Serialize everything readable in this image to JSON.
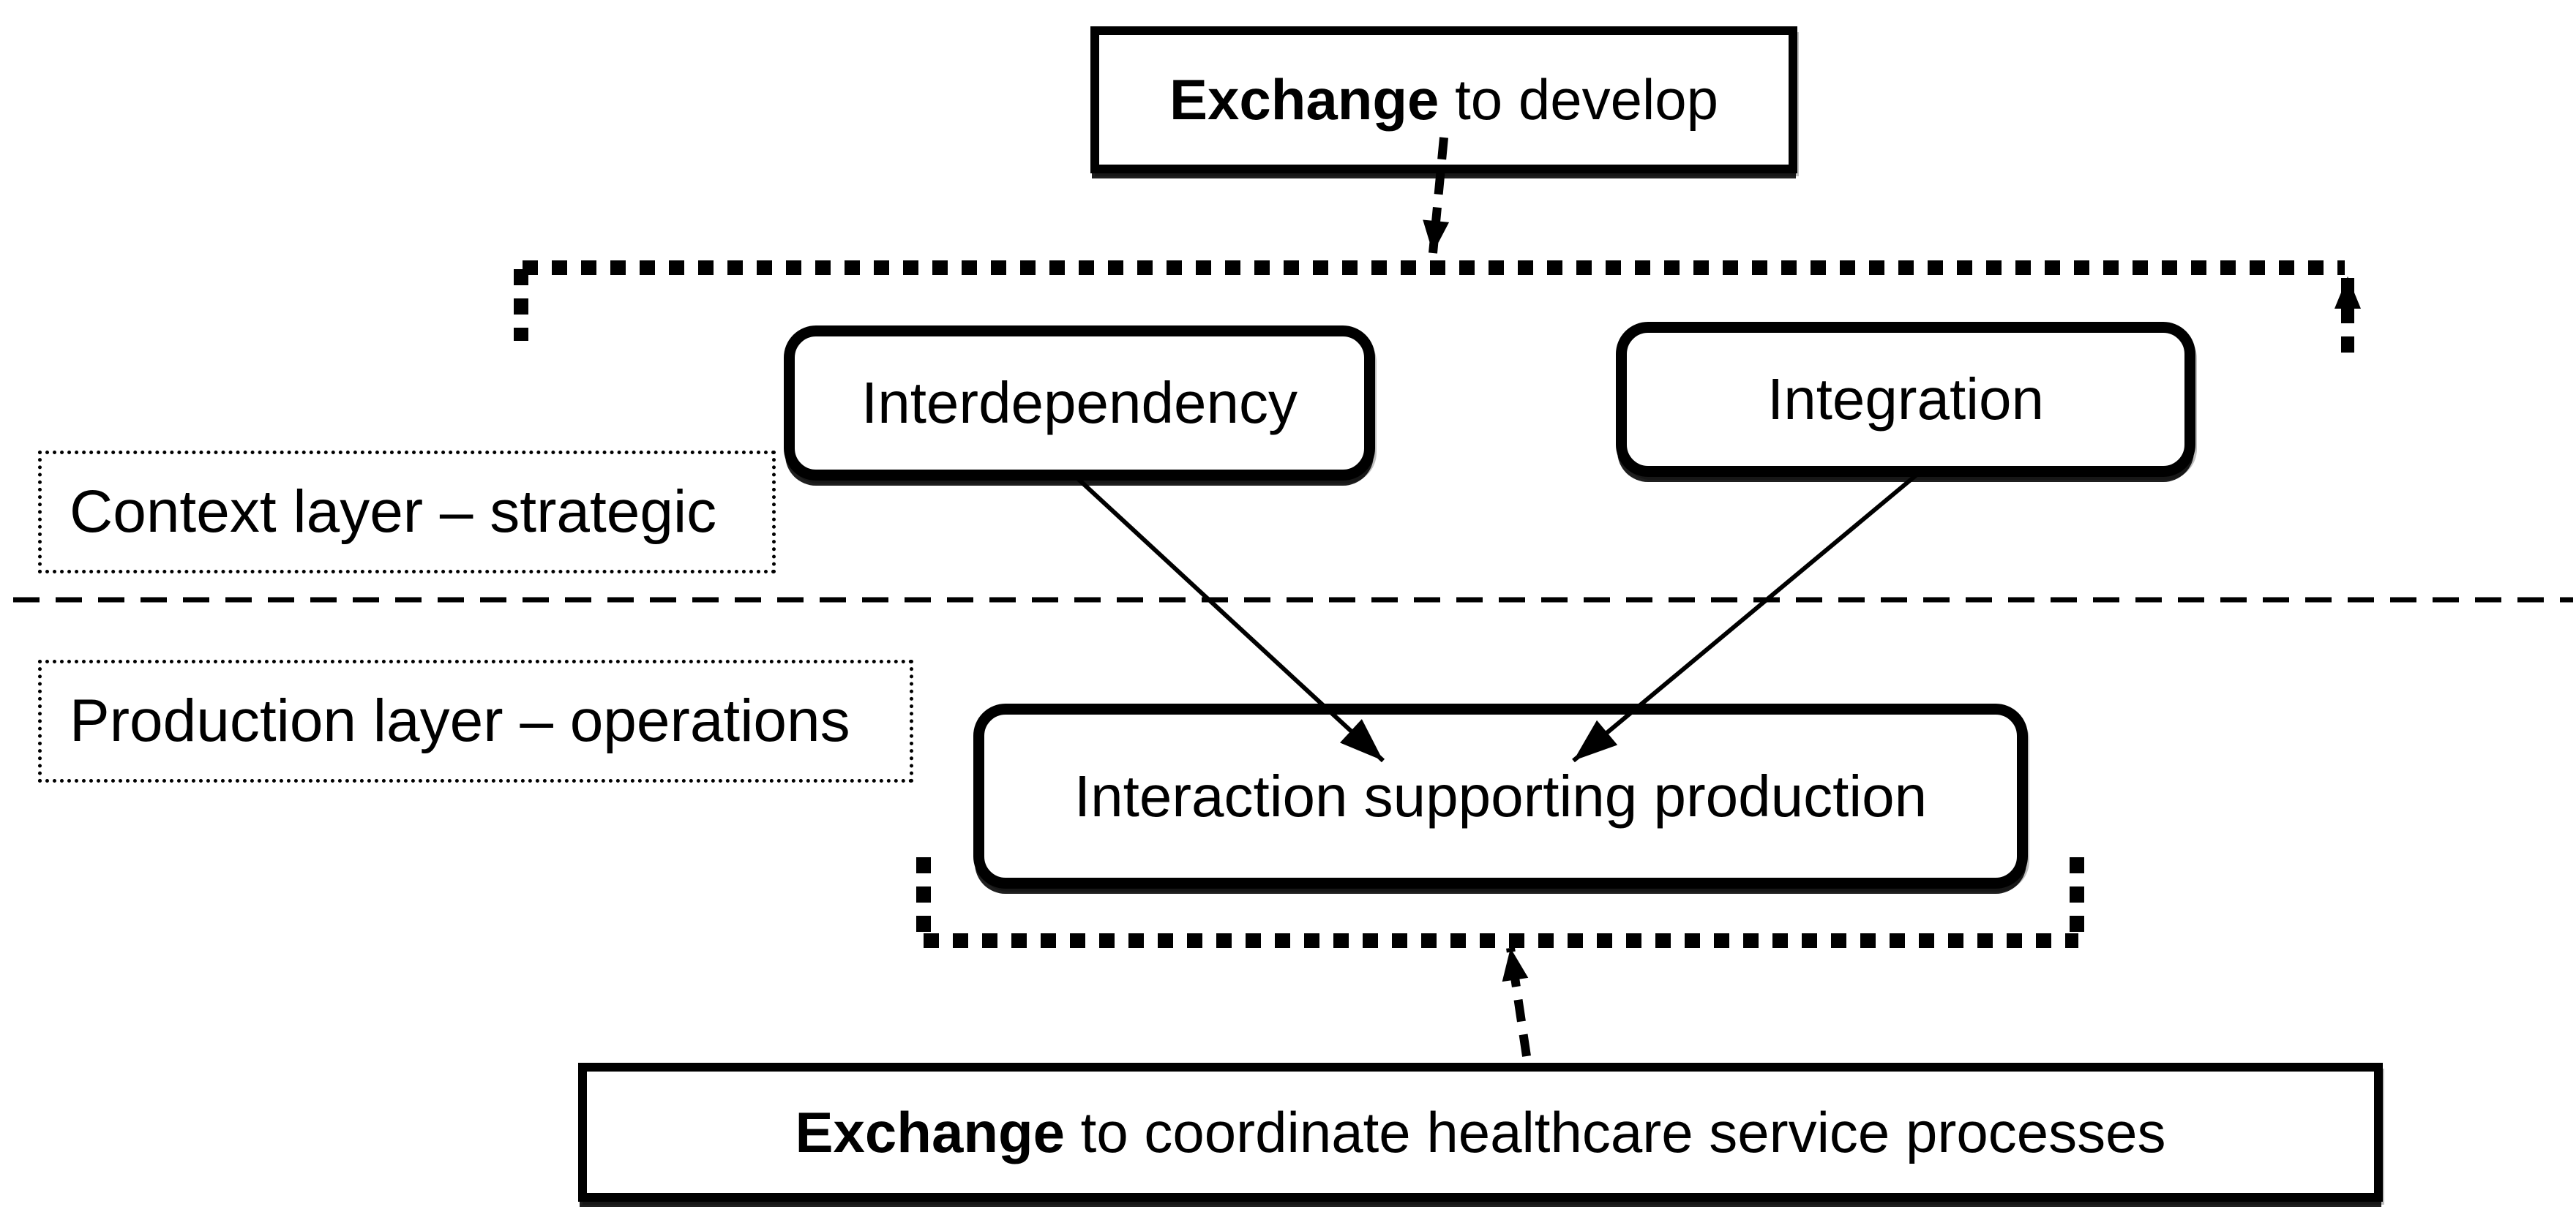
{
  "nodes": {
    "top": {
      "bold": "Exchange",
      "rest": " to develop"
    },
    "interdependency": "Interdependency",
    "integration": "Integration",
    "interaction": "Interaction supporting production",
    "bottom": {
      "bold": "Exchange",
      "rest": " to coordinate healthcare service processes"
    }
  },
  "layers": {
    "context": "Context layer – strategic",
    "production": "Production layer – operations"
  },
  "colors": {
    "ink": "#000000",
    "background": "#ffffff"
  }
}
